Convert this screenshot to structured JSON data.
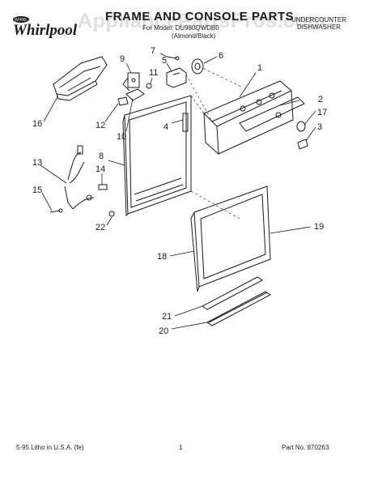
{
  "header": {
    "brand": "Whirlpool",
    "title": "FRAME AND CONSOLE PARTS",
    "model_line": "For Model: DU980QWDB0",
    "color_line": "(Almond/Black)",
    "appliance_type_line1": "UNDERCOUNTER",
    "appliance_type_line2": "DISHWASHER",
    "watermark": "AppliancePartsPros.com"
  },
  "callouts": [
    "1",
    "2",
    "3",
    "4",
    "5",
    "6",
    "7",
    "8",
    "9",
    "10",
    "11",
    "12",
    "13",
    "14",
    "15",
    "16",
    "17",
    "18",
    "19",
    "20",
    "21",
    "22"
  ],
  "footer": {
    "date_and_print": "5-95  Litho in U.S.A. (fe)",
    "page": "1",
    "part_number": "Part No. 870263"
  }
}
